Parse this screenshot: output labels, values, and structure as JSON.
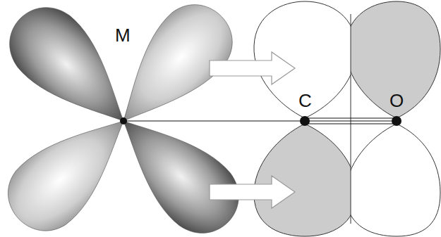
{
  "diagram": {
    "labels": [
      "M",
      "C",
      "O"
    ]
  }
}
